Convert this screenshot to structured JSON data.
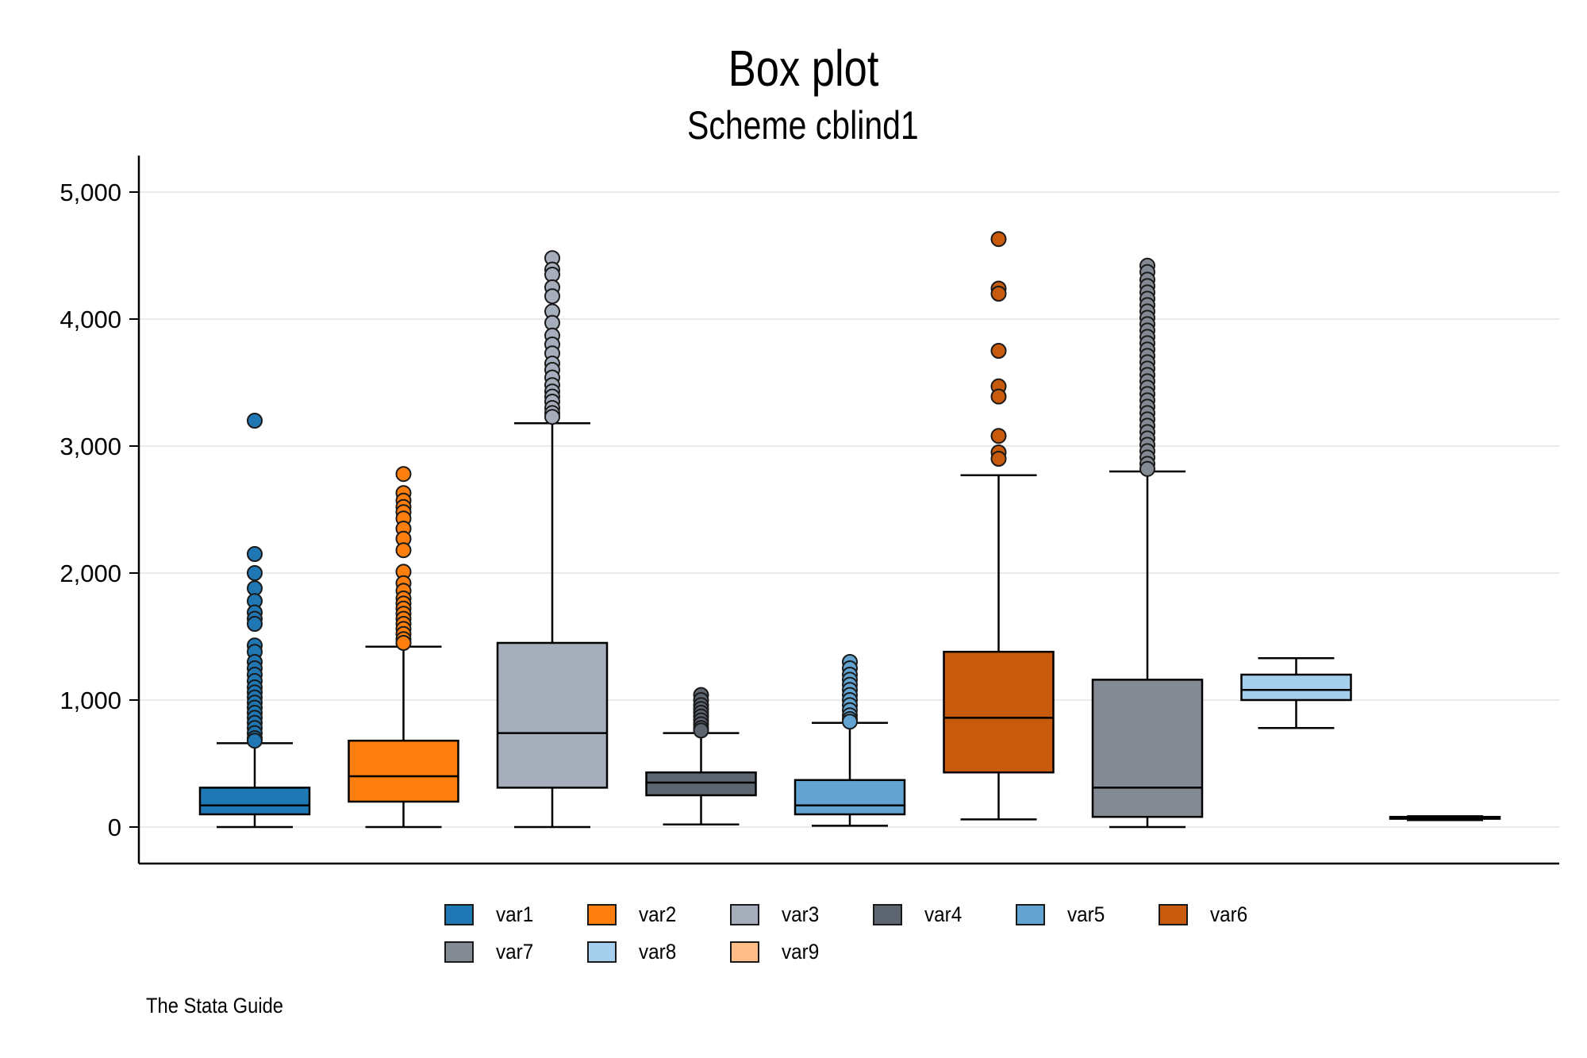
{
  "chart_data": {
    "type": "box",
    "title": "Box plot",
    "subtitle": "Scheme cblind1",
    "note": "The Stata Guide",
    "ylim": [
      -290,
      5300
    ],
    "yticks": [
      0,
      1000,
      2000,
      3000,
      4000,
      5000
    ],
    "ytick_labels": [
      "0",
      "1,000",
      "2,000",
      "3,000",
      "4,000",
      "5,000"
    ],
    "grid": true,
    "legend_position": "bottom",
    "series": [
      {
        "name": "var1",
        "color": "#1f77b4",
        "whisker_low": 0,
        "q1": 100,
        "median": 170,
        "q3": 310,
        "whisker_high": 660,
        "outliers": [
          3200,
          2150,
          2000,
          1880,
          1780,
          1690,
          1640,
          1600,
          1430,
          1380,
          1300,
          1250,
          1200,
          1150,
          1100,
          1060,
          1020,
          980,
          940,
          900,
          860,
          820,
          780,
          740,
          700,
          680
        ]
      },
      {
        "name": "var2",
        "color": "#ff7f0e",
        "whisker_low": 0,
        "q1": 200,
        "median": 400,
        "q3": 680,
        "whisker_high": 1420,
        "outliers": [
          2780,
          2630,
          2570,
          2520,
          2480,
          2430,
          2350,
          2270,
          2180,
          2010,
          1920,
          1860,
          1800,
          1760,
          1720,
          1680,
          1640,
          1600,
          1560,
          1520,
          1480,
          1450
        ]
      },
      {
        "name": "var3",
        "color": "#a6adbb",
        "whisker_low": 0,
        "q1": 310,
        "median": 740,
        "q3": 1450,
        "whisker_high": 3180,
        "outliers": [
          4480,
          4390,
          4350,
          4250,
          4180,
          4060,
          3970,
          3870,
          3800,
          3730,
          3650,
          3600,
          3540,
          3480,
          3430,
          3390,
          3350,
          3300,
          3260,
          3230
        ]
      },
      {
        "name": "var4",
        "color": "#5d6571",
        "whisker_low": 20,
        "q1": 250,
        "median": 350,
        "q3": 430,
        "whisker_high": 740,
        "outliers": [
          1040,
          1000,
          960,
          930,
          900,
          870,
          840,
          810,
          780,
          760
        ]
      },
      {
        "name": "var5",
        "color": "#63a3d2",
        "whisker_low": 10,
        "q1": 100,
        "median": 170,
        "q3": 370,
        "whisker_high": 820,
        "outliers": [
          1300,
          1250,
          1200,
          1160,
          1120,
          1080,
          1040,
          1000,
          960,
          920,
          880,
          850,
          830
        ]
      },
      {
        "name": "var6",
        "color": "#c85a0d",
        "whisker_low": 60,
        "q1": 430,
        "median": 860,
        "q3": 1380,
        "whisker_high": 2770,
        "outliers": [
          4630,
          4240,
          4200,
          3750,
          3470,
          3390,
          3080,
          2950,
          2900
        ]
      },
      {
        "name": "var7",
        "color": "#848a94",
        "whisker_low": 0,
        "q1": 80,
        "median": 310,
        "q3": 1160,
        "whisker_high": 2800,
        "outliers": [
          4420,
          4370,
          4310,
          4260,
          4210,
          4160,
          4110,
          4060,
          4010,
          3960,
          3910,
          3860,
          3810,
          3760,
          3710,
          3660,
          3610,
          3560,
          3510,
          3460,
          3410,
          3360,
          3310,
          3260,
          3210,
          3160,
          3110,
          3060,
          3010,
          2960,
          2910,
          2860,
          2820
        ]
      },
      {
        "name": "var8",
        "color": "#a6cfee",
        "whisker_low": 780,
        "q1": 1000,
        "median": 1080,
        "q3": 1200,
        "whisker_high": 1330,
        "outliers": []
      },
      {
        "name": "var9",
        "color": "#ffbe87",
        "whisker_low": 55,
        "q1": 65,
        "median": 70,
        "q3": 80,
        "whisker_high": 85,
        "outliers": []
      }
    ]
  }
}
